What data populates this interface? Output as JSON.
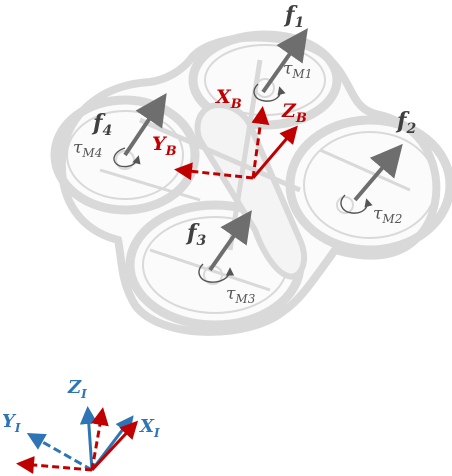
{
  "labels": {
    "f1": "f",
    "f1_sub": "1",
    "f2": "f",
    "f2_sub": "2",
    "f3": "f",
    "f3_sub": "3",
    "f4": "f",
    "f4_sub": "4",
    "tau_m1": "τ",
    "tau_m1_sub": "M1",
    "tau_m2": "τ",
    "tau_m2_sub": "M2",
    "tau_m3": "τ",
    "tau_m3_sub": "M3",
    "tau_m4": "τ",
    "tau_m4_sub": "M4",
    "xb": "X",
    "xb_sub": "B",
    "yb": "Y",
    "yb_sub": "B",
    "zb": "Z",
    "zb_sub": "B",
    "xi": "X",
    "xi_sub": "I",
    "yi": "Y",
    "yi_sub": "I",
    "zi": "Z",
    "zi_sub": "I"
  },
  "colors": {
    "body_frame": "#c00000",
    "inertial_frame": "#2e75b6",
    "force_arrow": "#6e6e6e",
    "torque": "#555555",
    "drone_outline": "#d9d9d9",
    "drone_fill": "#f2f2f2"
  }
}
